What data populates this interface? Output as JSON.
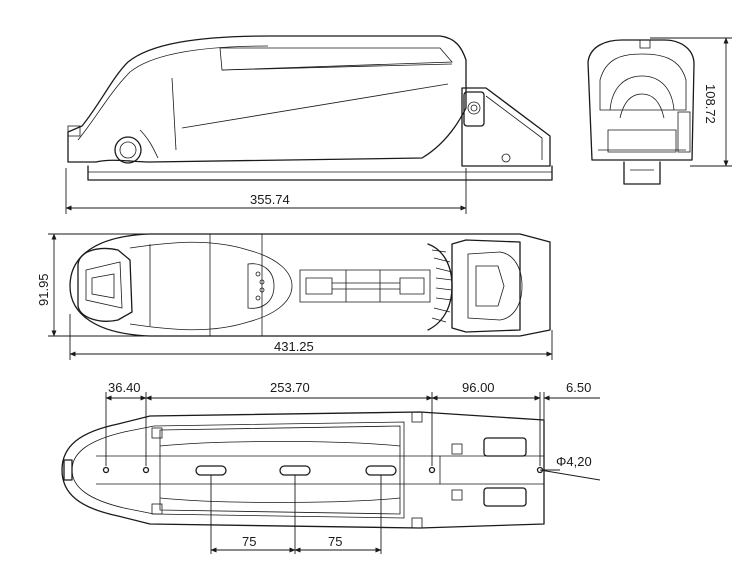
{
  "dimensions": {
    "side_length": "355.74",
    "end_height": "108.72",
    "top_width": "91.95",
    "top_length": "431.25",
    "hole_offset_front": "36.40",
    "hole_span": "253.70",
    "hole_to_rear": "96.00",
    "rear_margin": "6.50",
    "hole_diameter": "Φ4,20",
    "slot_pitch_1": "75",
    "slot_pitch_2": "75"
  }
}
